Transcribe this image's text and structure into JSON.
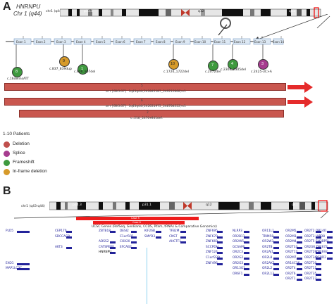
{
  "panel_a": {
    "letter": "A",
    "gene_name": "HNRNPU",
    "locus": "Chr 1 (q44)",
    "chromosome_label": "chr1 (q44)",
    "band_labels": [
      "p31.1",
      "q12",
      "q41"
    ],
    "exons": [
      "Exon 1",
      "Exon 2",
      "Exon 3",
      "Exon 4",
      "Exon 5",
      "Exon 6",
      "Exon 7",
      "Exon 8",
      "Exon 9",
      "Exon 10",
      "Exon 11",
      "Exon 12",
      "Exon 13",
      "Exon 14"
    ],
    "variants": [
      {
        "id": "8",
        "label": "c.16delinsATT",
        "type": "Frameshift",
        "color": "#3f9a3f"
      },
      {
        "id": "9",
        "label": "c.837_839dup",
        "type": "In-frame deletion",
        "color": "#d69a2a"
      },
      {
        "id": "1",
        "label": "c.906_907del",
        "type": "Frameshift",
        "color": "#3f9a3f"
      },
      {
        "id": "10",
        "label": "c.1720_1722del",
        "type": "In-frame deletion",
        "color": "#d69a2a"
      },
      {
        "id": "7",
        "label": "c.2072del",
        "type": "Frameshift",
        "color": "#3f9a3f"
      },
      {
        "id": "4",
        "label": "c.2304_2305del",
        "type": "Frameshift",
        "color": "#3f9a3f"
      },
      {
        "id": "3",
        "label": "c.2425-3C>A",
        "type": "Splice",
        "color": "#a63c8f"
      }
    ],
    "deletions": [
      {
        "id": "5",
        "label": "arr[GRCh37] 1q43q44(242045187_249212668)x1",
        "arrow": true
      },
      {
        "id": "6",
        "label": "arr[GRCh37] 1q43q44(242631975_246704522)x1",
        "arrow": true
      },
      {
        "id": "2",
        "label": "c.216_2476+841del",
        "arrow": false
      }
    ],
    "legend": {
      "title": "1-10 Patients",
      "items": [
        {
          "label": "Deletion",
          "color": "#c0504d"
        },
        {
          "label": "Splice",
          "color": "#a63c8f"
        },
        {
          "label": "Frameshift",
          "color": "#3f9a3f"
        },
        {
          "label": "In-frame deletion",
          "color": "#d69a2a"
        }
      ]
    }
  },
  "panel_b": {
    "letter": "B",
    "chromosome_label": "chr1 (q43-q44)",
    "band_labels": [
      "p34.3",
      "p31.1",
      "q12",
      "q41"
    ],
    "case_bars": [
      "Case 5",
      "Case 6"
    ],
    "track_title": "UCSC Genes (RefSeq, GenBank, CCDS, Rfam, tRNAs & Comparative Genomics)",
    "genes": [
      {
        "name": "PLD5",
        "col": 0,
        "row": 0
      },
      {
        "name": "EXO1",
        "col": 0,
        "row": 6
      },
      {
        "name": "MAP1LC3C",
        "col": 0,
        "row": 7
      },
      {
        "name": "CEP170",
        "col": 1,
        "row": 0
      },
      {
        "name": "SDCCAG8",
        "col": 1,
        "row": 1
      },
      {
        "name": "AKT3",
        "col": 1,
        "row": 3
      },
      {
        "name": "ZBTB18",
        "col": 2,
        "row": 0
      },
      {
        "name": "ADSS2",
        "col": 2,
        "row": 2
      },
      {
        "name": "CATSPERE",
        "col": 2,
        "row": 3
      },
      {
        "name": "HNRNPU",
        "col": 2,
        "row": 4
      },
      {
        "name": "DESI2",
        "col": 3,
        "row": 0
      },
      {
        "name": "C1orf101",
        "col": 3,
        "row": 1
      },
      {
        "name": "COX20",
        "col": 3,
        "row": 2
      },
      {
        "name": "EFCAB2",
        "col": 3,
        "row": 3
      },
      {
        "name": "KIF26B",
        "col": 4,
        "row": 0
      },
      {
        "name": "SMYD3",
        "col": 4,
        "row": 1
      },
      {
        "name": "TFB2M",
        "col": 5,
        "row": 0
      },
      {
        "name": "CNST",
        "col": 5,
        "row": 1
      },
      {
        "name": "AHCTF1",
        "col": 5,
        "row": 2
      },
      {
        "name": "ZNF695",
        "col": 6,
        "row": 0
      },
      {
        "name": "ZNF670",
        "col": 6,
        "row": 1
      },
      {
        "name": "ZNF669",
        "col": 6,
        "row": 2
      },
      {
        "name": "SCCPDH",
        "col": 6,
        "row": 3
      },
      {
        "name": "ZNF124",
        "col": 6,
        "row": 4
      },
      {
        "name": "C1orf229",
        "col": 6,
        "row": 5
      },
      {
        "name": "ZNF496",
        "col": 6,
        "row": 6
      },
      {
        "name": "NLRP3",
        "col": 7,
        "row": 0
      },
      {
        "name": "OR2B11",
        "col": 7,
        "row": 1
      },
      {
        "name": "OR2W5",
        "col": 7,
        "row": 2
      },
      {
        "name": "GCSAML",
        "col": 7,
        "row": 3
      },
      {
        "name": "OR2C3",
        "col": 7,
        "row": 4
      },
      {
        "name": "OR2G2",
        "col": 7,
        "row": 5
      },
      {
        "name": "OR2G3",
        "col": 7,
        "row": 6
      },
      {
        "name": "OR13G1",
        "col": 7,
        "row": 7
      },
      {
        "name": "OR6F1",
        "col": 7,
        "row": 8
      },
      {
        "name": "OR11L1",
        "col": 8,
        "row": 0
      },
      {
        "name": "TRIM58",
        "col": 8,
        "row": 1
      },
      {
        "name": "OR2W3",
        "col": 8,
        "row": 2
      },
      {
        "name": "OR2T8",
        "col": 8,
        "row": 3
      },
      {
        "name": "OR2AJ1",
        "col": 8,
        "row": 4
      },
      {
        "name": "OR2L8",
        "col": 8,
        "row": 5
      },
      {
        "name": "OR2AK2",
        "col": 8,
        "row": 6
      },
      {
        "name": "OR2L2",
        "col": 8,
        "row": 7
      },
      {
        "name": "OR2L13",
        "col": 8,
        "row": 8
      },
      {
        "name": "OR2M5",
        "col": 9,
        "row": 0
      },
      {
        "name": "OR2M3",
        "col": 9,
        "row": 1
      },
      {
        "name": "OR2M4",
        "col": 9,
        "row": 2
      },
      {
        "name": "OR2T33",
        "col": 9,
        "row": 3
      },
      {
        "name": "OR2T12",
        "col": 9,
        "row": 4
      },
      {
        "name": "OR2M7",
        "col": 9,
        "row": 5
      },
      {
        "name": "OR14C36",
        "col": 9,
        "row": 6
      },
      {
        "name": "OR2T4",
        "col": 9,
        "row": 7
      },
      {
        "name": "OR2T6",
        "col": 9,
        "row": 8
      },
      {
        "name": "OR2T1",
        "col": 9,
        "row": 9
      },
      {
        "name": "OR2T2",
        "col": 10,
        "row": 0
      },
      {
        "name": "OR2T3",
        "col": 10,
        "row": 1
      },
      {
        "name": "OR2T5",
        "col": 10,
        "row": 2
      },
      {
        "name": "OR2G6",
        "col": 10,
        "row": 3
      },
      {
        "name": "OR2T29",
        "col": 10,
        "row": 4
      },
      {
        "name": "OR2T34",
        "col": 10,
        "row": 5
      },
      {
        "name": "OR2T10",
        "col": 10,
        "row": 6
      },
      {
        "name": "OR2T11",
        "col": 10,
        "row": 7
      },
      {
        "name": "OR2T35",
        "col": 10,
        "row": 8
      },
      {
        "name": "OR2T27",
        "col": 10,
        "row": 9
      },
      {
        "name": "OR14I1",
        "col": 11,
        "row": 0
      },
      {
        "name": "LYPD8",
        "col": 11,
        "row": 1
      },
      {
        "name": "SH3BP5L",
        "col": 11,
        "row": 2
      },
      {
        "name": "ZNF672",
        "col": 11,
        "row": 3
      },
      {
        "name": "ZNF692",
        "col": 11,
        "row": 4
      },
      {
        "name": "PGBD2",
        "col": 11,
        "row": 5
      }
    ]
  }
}
